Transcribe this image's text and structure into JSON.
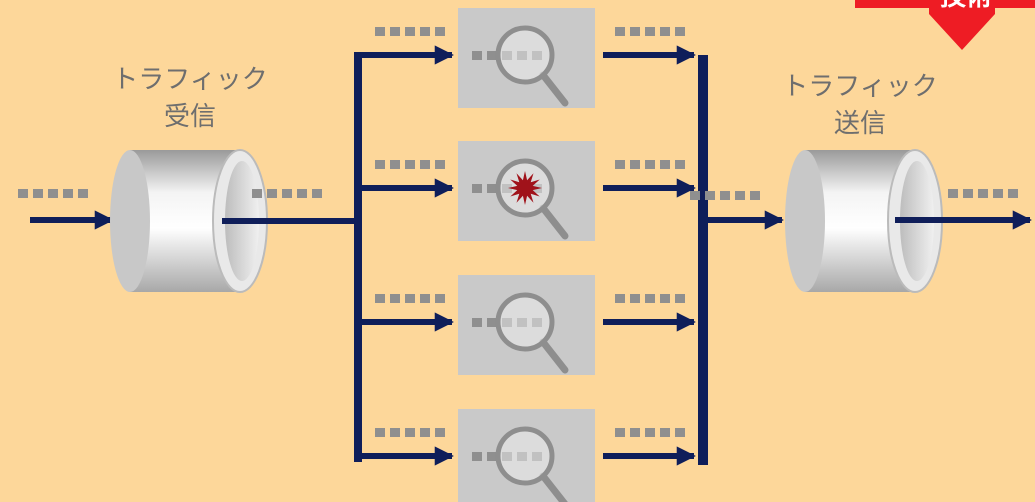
{
  "labels": {
    "receive_line1": "トラフィック",
    "receive_line2": "受信",
    "send_line1": "トラフィック",
    "send_line2": "送信",
    "badge_text": "技術"
  },
  "inspection_boxes": [
    {
      "status": "normal"
    },
    {
      "status": "threat"
    },
    {
      "status": "normal"
    },
    {
      "status": "normal"
    }
  ],
  "colors": {
    "background": "#FDD79A",
    "arrow": "#0F1E5A",
    "packet": "#8F8F8F",
    "box": "#C9C9C9",
    "badge": "#EE1C24",
    "threat": "#A0121A"
  }
}
